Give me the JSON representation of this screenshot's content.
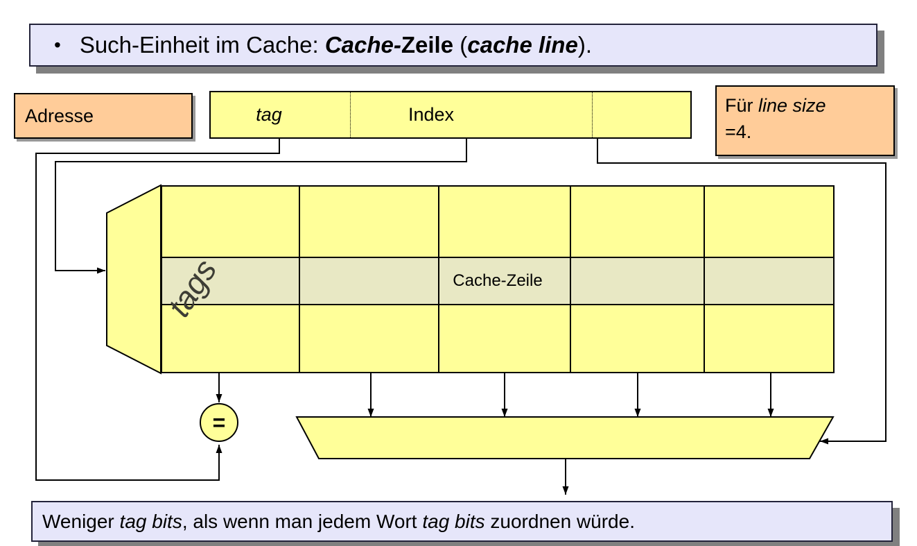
{
  "title": {
    "bullet": "•",
    "seg_plain1": "Such-Einheit im Cache: ",
    "seg_bold_italic1": "Cache-",
    "seg_bold1": "Zeile",
    "seg_plain2": " (",
    "seg_bold_italic2": "cache line",
    "seg_plain3": ")."
  },
  "address_box": {
    "label": "Adresse"
  },
  "address_bar": {
    "tag_label": "tag",
    "index_label": "Index"
  },
  "line_size_box": {
    "line1_prefix": "Für ",
    "line1_italic": "line size",
    "line2": "=4."
  },
  "cache_grid": {
    "tags_label": "tags",
    "row_label": "Cache-Zeile",
    "columns": 5,
    "rows": 3
  },
  "comparator": {
    "symbol": "="
  },
  "bottom_note": {
    "seg1": "Weniger ",
    "seg2_italic": "tag bits",
    "seg3": ", als wenn man jedem Wort ",
    "seg4_italic": "tag bits",
    "seg5": " zuordnen würde."
  },
  "colors": {
    "panel_lavender": "#E6E6FA",
    "note_orange": "#FFCC99",
    "block_yellow": "#FFFF99",
    "highlight_row": "#E8E8C4",
    "shadow_gray": "#808080",
    "line_black": "#000000"
  }
}
